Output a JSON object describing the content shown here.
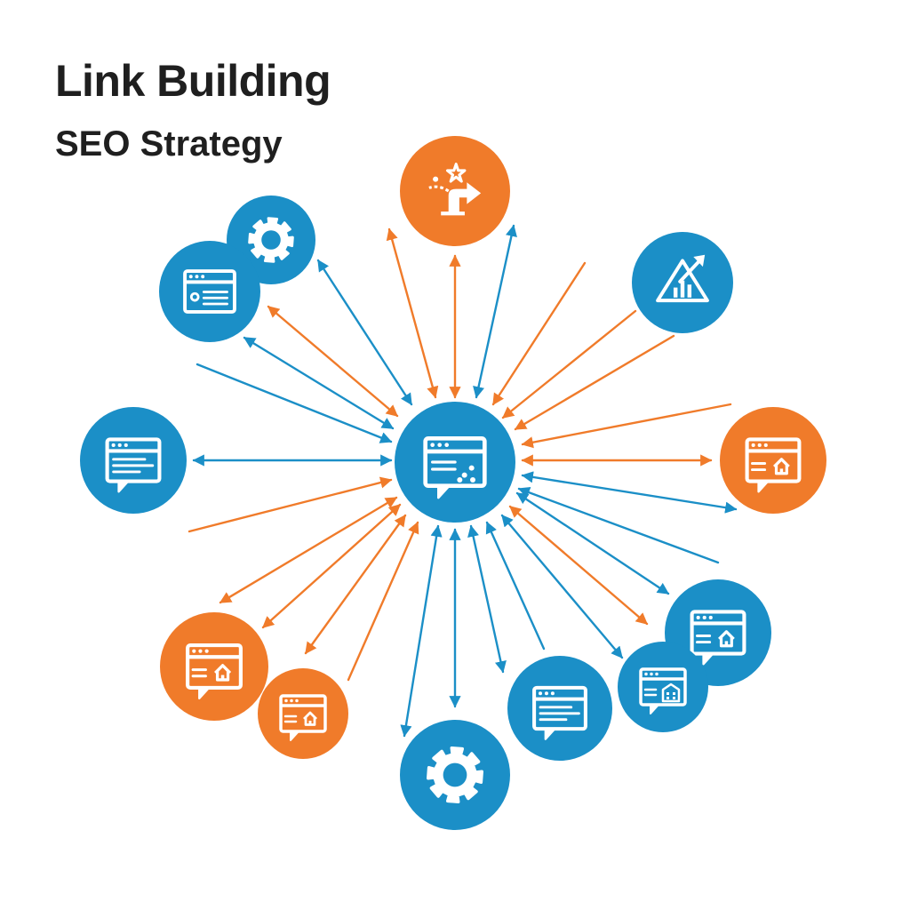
{
  "header": {
    "title": "Link Building",
    "subtitle": "SEO Strategy"
  },
  "colors": {
    "blue": "#1b8fc7",
    "orange": "#f07b2a",
    "icon": "#ffffff",
    "text": "#1f1f1f"
  },
  "hub": {
    "name": "central-website-node",
    "icon": "webpage-chat-icon",
    "color": "blue"
  },
  "nodes": [
    {
      "name": "strategy-node",
      "icon": "strategy-arrow-icon",
      "color": "orange"
    },
    {
      "name": "gear-node-top",
      "icon": "gear-icon",
      "color": "blue"
    },
    {
      "name": "webpage-node-top-left",
      "icon": "webpage-icon",
      "color": "blue"
    },
    {
      "name": "growth-node",
      "icon": "growth-chart-icon",
      "color": "blue"
    },
    {
      "name": "chat-page-node-left",
      "icon": "chat-page-icon",
      "color": "blue"
    },
    {
      "name": "home-page-node-right",
      "icon": "home-page-icon",
      "color": "orange"
    },
    {
      "name": "home-page-node-bottom-left-large",
      "icon": "home-page-icon",
      "color": "orange"
    },
    {
      "name": "home-page-node-bottom-left-small",
      "icon": "home-page-icon",
      "color": "orange"
    },
    {
      "name": "gear-node-bottom",
      "icon": "gear-icon",
      "color": "blue"
    },
    {
      "name": "chat-page-node-bottom",
      "icon": "chat-page-icon",
      "color": "blue"
    },
    {
      "name": "home-page-node-bottom-right-large",
      "icon": "home-page-icon",
      "color": "blue"
    },
    {
      "name": "home-page-node-bottom-right-small",
      "icon": "building-page-icon",
      "color": "blue"
    }
  ]
}
